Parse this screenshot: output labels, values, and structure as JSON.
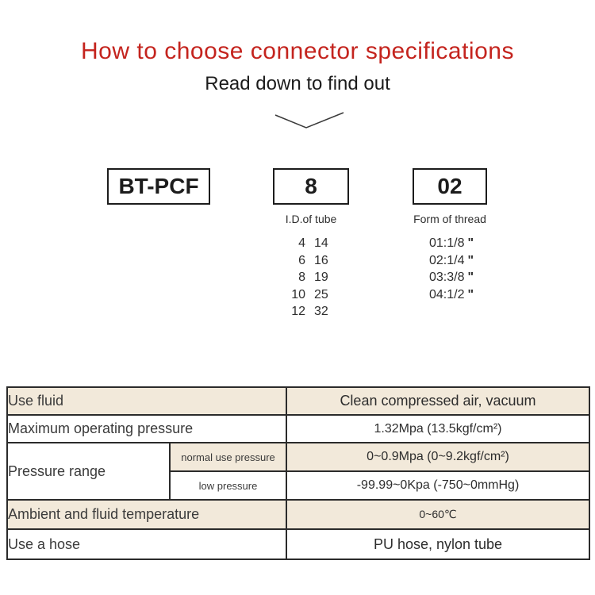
{
  "header": {
    "title": "How to choose connector specifications",
    "subtitle": "Read down to find out"
  },
  "colors": {
    "title_red": "#c4241e",
    "table_band": "#f2e9da",
    "table_border": "#2b2b2b"
  },
  "model_code": {
    "boxes": [
      {
        "label": "BT-PCF"
      },
      {
        "label": "8"
      },
      {
        "label": "02"
      }
    ],
    "tube": {
      "heading": "I.D.of tube",
      "rows": [
        [
          "4",
          "14"
        ],
        [
          "6",
          "16"
        ],
        [
          "8",
          "19"
        ],
        [
          "10",
          "25"
        ],
        [
          "12",
          "32"
        ]
      ]
    },
    "thread": {
      "heading": "Form of thread",
      "inch_mark": "\"",
      "items": [
        "01:1/8",
        "02:1/4",
        "03:3/8",
        "04:1/2"
      ]
    }
  },
  "spec_table": {
    "rows": [
      {
        "label": "Use fluid",
        "value": "Clean compressed air, vacuum"
      },
      {
        "label": "Maximum operating pressure",
        "value": "1.32Mpa (13.5kgf/cm²)"
      },
      {
        "label": "Pressure range",
        "sub_rows": [
          {
            "label": "normal use pressure",
            "value": "0~0.9Mpa (0~9.2kgf/cm²)"
          },
          {
            "label": "low pressure",
            "value": "-99.99~0Kpa (-750~0mmHg)"
          }
        ]
      },
      {
        "label": "Ambient and fluid temperature",
        "value": "0~60℃"
      },
      {
        "label": "Use a hose",
        "value": "PU hose, nylon tube"
      }
    ]
  }
}
